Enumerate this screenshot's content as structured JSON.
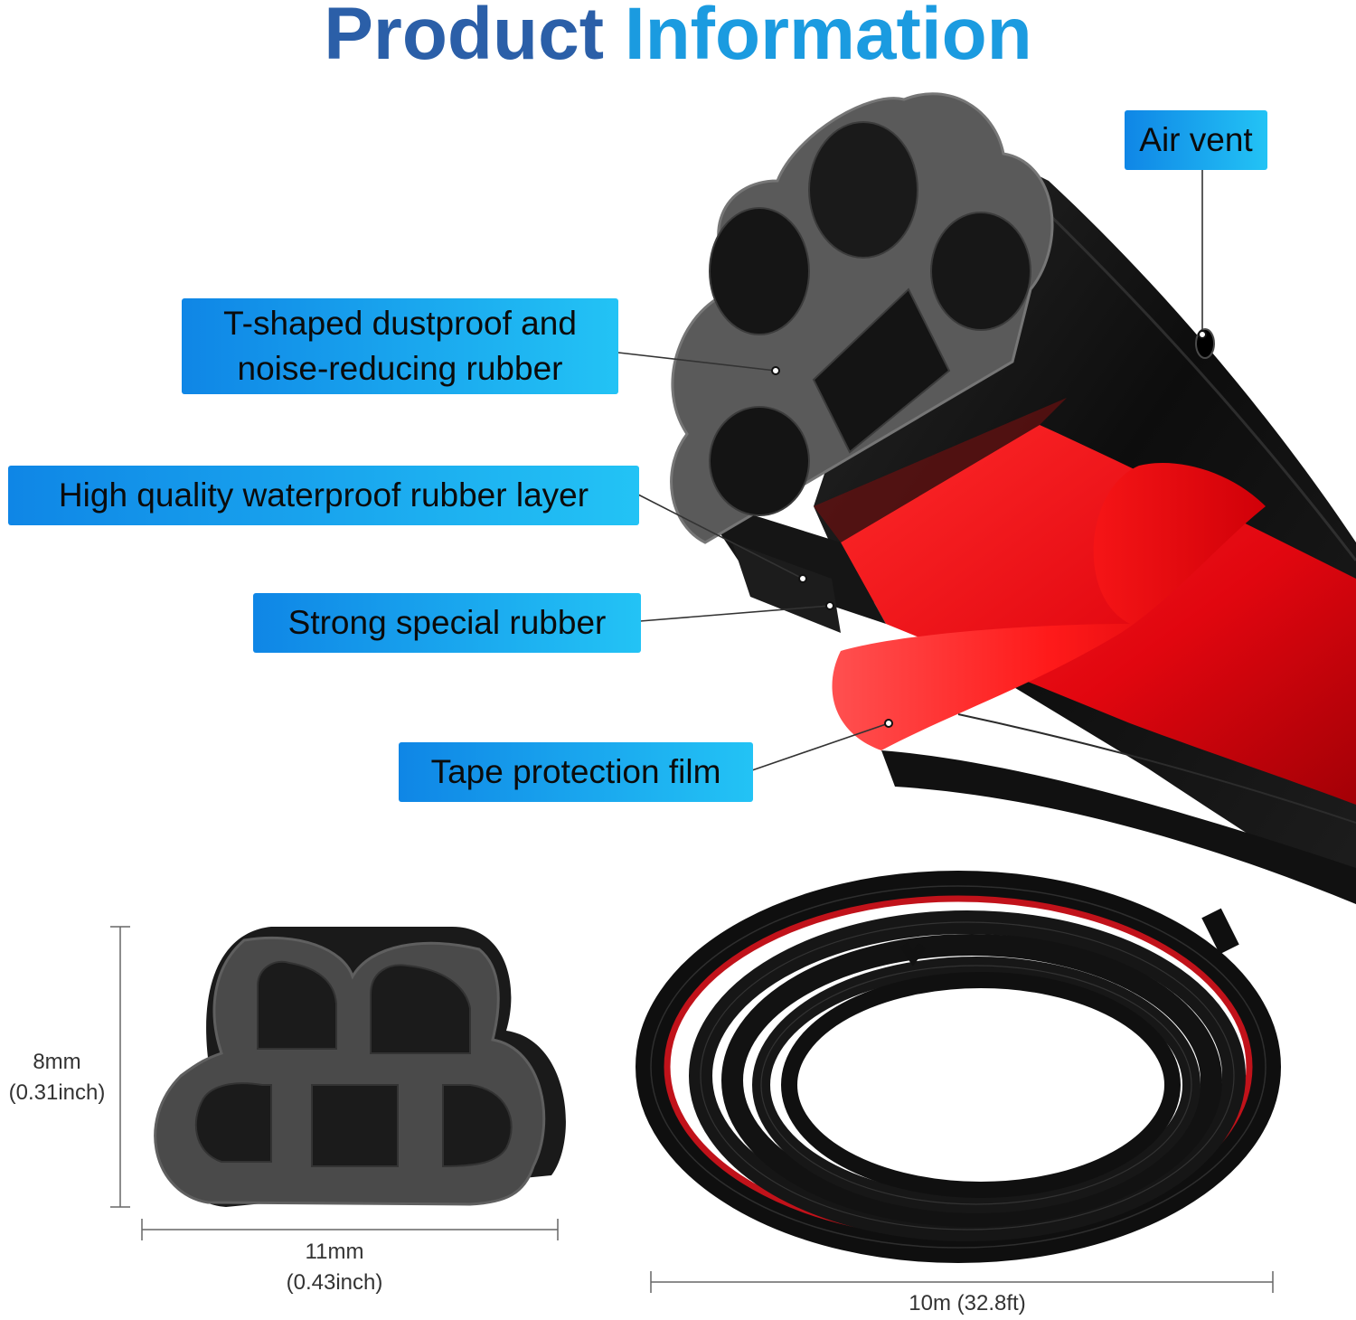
{
  "header": {
    "title_part1": "Product",
    "title_part2": "Information"
  },
  "callouts": {
    "air_vent": "Air vent",
    "t_shaped_line1": "T-shaped dustproof and",
    "t_shaped_line2": "noise-reducing rubber",
    "waterproof_layer": "High quality waterproof rubber layer",
    "special_rubber": "Strong special rubber",
    "tape_film": "Tape protection film"
  },
  "dimensions": {
    "height_mm": "8mm",
    "height_inch": "(0.31inch)",
    "width_mm": "11mm",
    "width_inch": "(0.43inch)",
    "length": "10m (32.8ft)"
  },
  "colors": {
    "title_dark": "#2b5fa8",
    "title_light": "#1b9be0",
    "callout_start": "#0f86e6",
    "callout_end": "#23c3f5",
    "tape_red": "#e0121a",
    "rubber_black": "#121212"
  }
}
